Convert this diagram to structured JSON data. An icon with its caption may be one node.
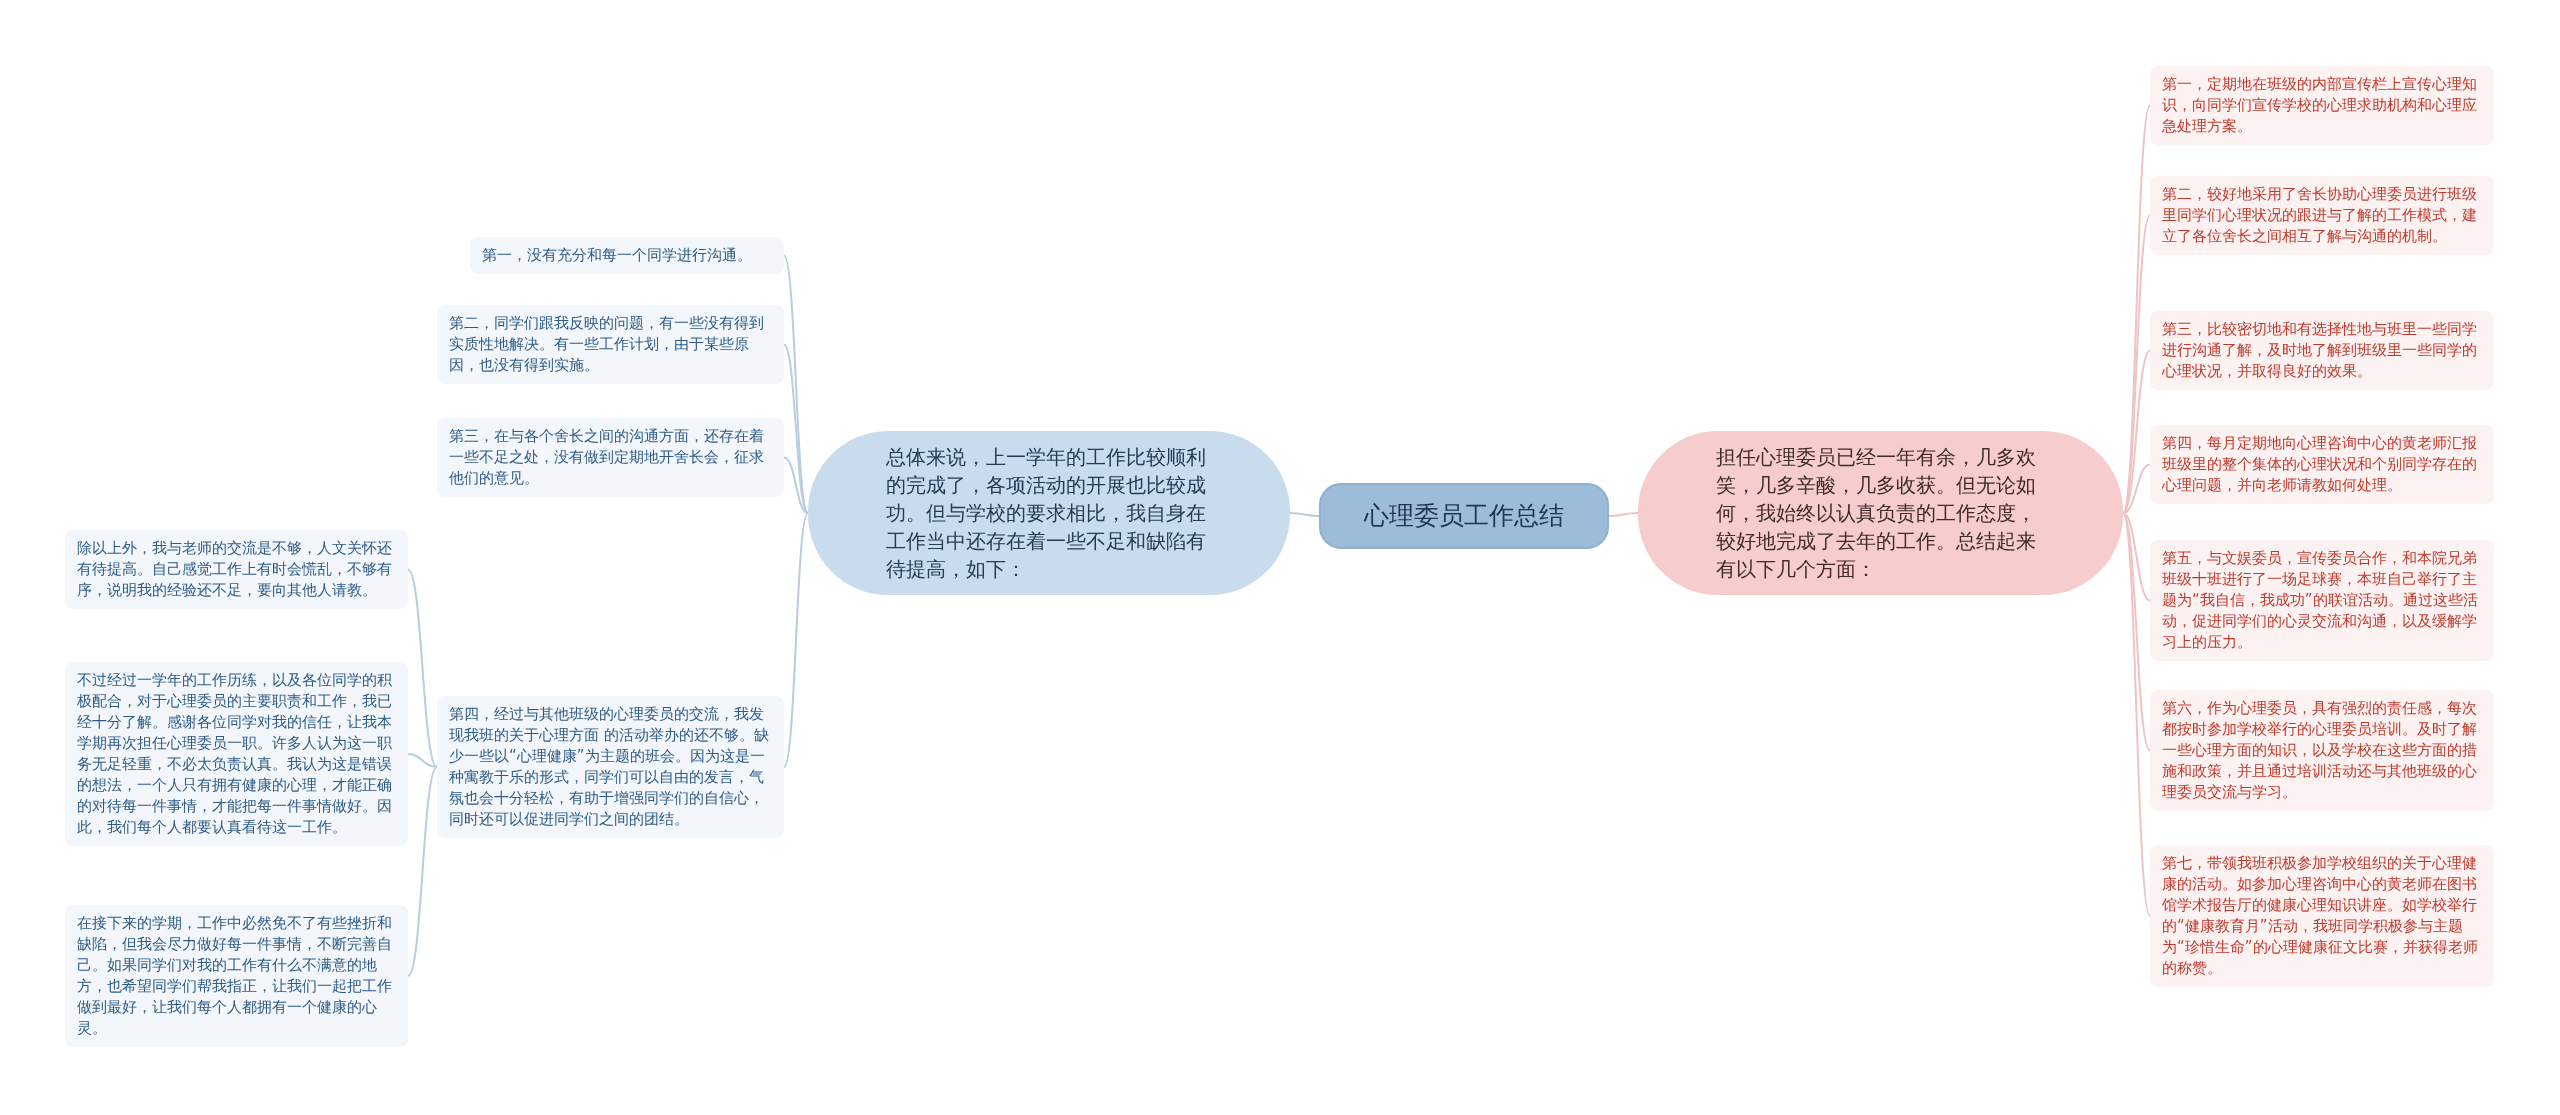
{
  "diagram": {
    "nodes": [
      {
        "text": [
          "心理委员工作总结"
        ]
      },
      {
        "text": [
          "总体来说，上一学年的工作比较顺利的完成了，各项活动的开展也比较成功。但与学校的要求相比，我自身在工作当中还存在着一些不足和缺陷有待提高，如下："
        ]
      },
      {
        "text": [
          "第一，没有充分和每一个同学进行沟通。"
        ]
      },
      {
        "text": [
          "第二，同学们跟我反映的问题，有一些没有得到实质性地解决。有一些工作计划，由于某些原因，也没有得到实施。"
        ]
      },
      {
        "text": [
          "第三，在与各个舍长之间的沟通方面，还存在着一些不足之处，没有做到定期地开舍长会，征求他们的意见。"
        ]
      },
      {
        "text": [
          "第四，经过与其他班级的心理委员的交流，我发现我班的关于心理方面 的活动举办的还不够。缺少一些以“心理健康”为主题的班会。因为这是一种寓教于乐的形式，同学们可以自由的发言，气氛也会十分轻松，有助于增强同学们的自信心，同时还可以促进同学们之间的团结。"
        ]
      },
      {
        "text": [
          "除以上外，我与老师的交流是不够，人文关怀还有待提高。自己感觉工作上有时会慌乱，不够有序，说明我的经验还不足，要向其他人请教。"
        ]
      },
      {
        "text": [
          "不过经过一学年的工作历练，以及各位同学的积极配合，对于心理委员的主要职责和工作，我已经十分了解。感谢各位同学对我的信任，让我本学期再次担任心理委员一职。许多人认为这一职务无足轻重，不必太负责认真。我认为这是错误的想法，一个人只有拥有健康的心理，才能正确的对待每一件事情，才能把每一件事情做好。因此，我们每个人都要认真看待这一工作。"
        ]
      },
      {
        "text": [
          "在接下来的学期，工作中必然免不了有些挫折和缺陷，但我会尽力做好每一件事情，不断完善自己。如果同学们对我的工作有什么不满意的地方，也希望同学们帮我指正，让我们一起把工作做到最好，让我们每个人都拥有一个健康的心灵。"
        ]
      },
      {
        "text": [
          "担任心理委员已经一年有余，几多欢笑，几多辛酸，几多收获。但无论如何，我始终以认真负责的工作态度，较好地完成了去年的工作。总结起来有以下几个方面："
        ]
      },
      {
        "text": [
          "第一，定期地在班级的内部宣传栏上宣传心理知识，向同学们宣传学校的心理求助机构和心理应急处理方案。"
        ]
      },
      {
        "text": [
          "第二，较好地采用了舍长协助心理委员进行班级里同学们心理状况的跟进与了解的工作模式，建立了各位舍长之间相互了解与沟通的机制。"
        ]
      },
      {
        "text": [
          "第三，比较密切地和有选择性地与班里一些同学进行沟通了解，及时地了解到班级里一些同学的心理状况，并取得良好的效果。"
        ]
      },
      {
        "text": [
          "第四，每月定期地向心理咨询中心的黄老师汇报班级里的整个集体的心理状况和个别同学存在的心理问题，并向老师请教如何处理。"
        ]
      },
      {
        "text": [
          "第五，与文娱委员，宣传委员合作，和本院兄弟班级十班进行了一场足球赛，本班自己举行了主题为“我自信，我成功”的联谊活动。通过这些活动，促进同学们的心灵交流和沟通，以及缓解学习上的压力。"
        ]
      },
      {
        "text": [
          "第六，作为心理委员，具有强烈的责任感，每次都按时参加学校举行的心理委员培训。及时了解一些心理方面的知识，以及学校在这些方面的措施和政策，并且通过培训活动还与其他班级的心理委员交流与学习。"
        ]
      },
      {
        "text": [
          "第七，带领我班积极参加学校组织的关于心理健康的活动。如参加心理咨询中心的黄老师在图书馆学术报告厅的健康心理知识讲座。如学校举行的“健康教育月”活动，我班同学积极参与主题为“珍惜生命”的心理健康征文比赛，并获得老师的称赞。"
        ]
      }
    ],
    "edges": [
      {
        "from": 0,
        "to": 1,
        "arrow": "none"
      },
      {
        "from": 1,
        "to": 2,
        "arrow": "none"
      },
      {
        "from": 1,
        "to": 3,
        "arrow": "none"
      },
      {
        "from": 1,
        "to": 4,
        "arrow": "none"
      },
      {
        "from": 1,
        "to": 5,
        "arrow": "none"
      },
      {
        "from": 5,
        "to": 6,
        "arrow": "none"
      },
      {
        "from": 5,
        "to": 7,
        "arrow": "none"
      },
      {
        "from": 5,
        "to": 8,
        "arrow": "none"
      },
      {
        "from": 0,
        "to": 9,
        "arrow": "none",
        "color": "#efc3c3"
      },
      {
        "from": 9,
        "to": 10,
        "arrow": "none",
        "color": "#efc3c3"
      },
      {
        "from": 9,
        "to": 11,
        "arrow": "none",
        "color": "#efc3c3"
      },
      {
        "from": 9,
        "to": 12,
        "arrow": "none",
        "color": "#efc3c3"
      },
      {
        "from": 9,
        "to": 13,
        "arrow": "none",
        "color": "#efc3c3"
      },
      {
        "from": 9,
        "to": 14,
        "arrow": "none",
        "color": "#efc3c3"
      },
      {
        "from": 9,
        "to": 15,
        "arrow": "none",
        "color": "#efc3c3"
      },
      {
        "from": 9,
        "to": 16,
        "arrow": "none",
        "color": "#efc3c3"
      }
    ]
  }
}
